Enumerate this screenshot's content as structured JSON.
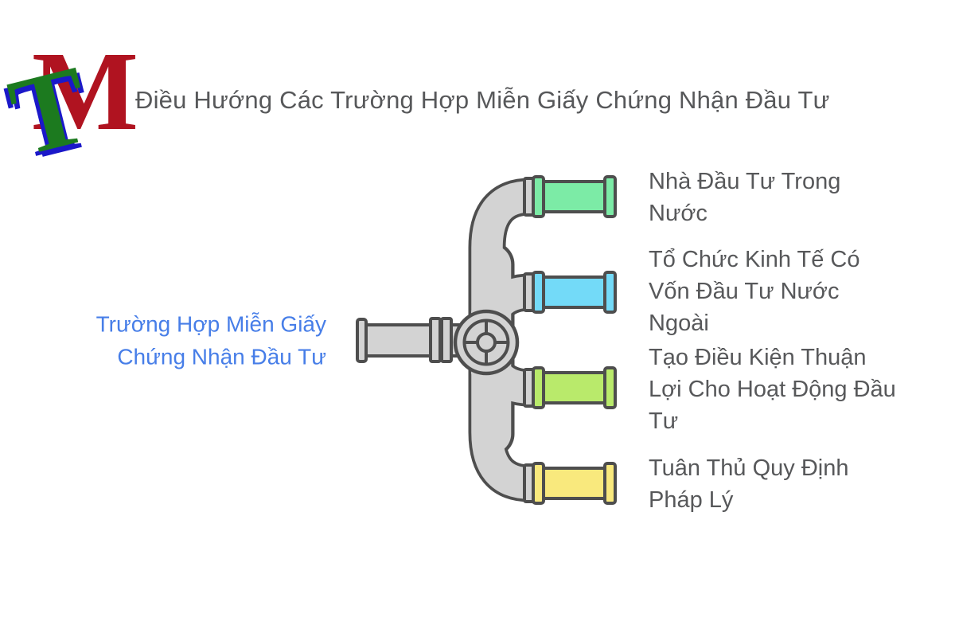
{
  "page": {
    "background": "#ffffff"
  },
  "logo": {
    "t": "T",
    "m": "M",
    "t_color": "#1c7a1f",
    "t_shadow_color": "#1b18c9",
    "m_color": "#b01320"
  },
  "header": {
    "title": "Điều Hướng Các Trường Hợp Miễn Giấy Chứng Nhận Đầu Tư",
    "color": "#57585a"
  },
  "source": {
    "label": "Trường Hợp Miễn Giấy\nChứng Nhận Đầu Tư",
    "color": "#477ee8"
  },
  "diagram": {
    "pipe_fill": "#d3d3d3",
    "pipe_outline": "#4e4e4e",
    "valve": "wheel-valve"
  },
  "branches": [
    {
      "label": "Nhà Đầu Tư Trong\nNước",
      "pipe_color": "#7ceba6"
    },
    {
      "label": "Tổ Chức Kinh Tế Có\nVốn Đầu Tư Nước\nNgoài",
      "pipe_color": "#73daf8"
    },
    {
      "label": "Tạo Điều Kiện Thuận\nLợi Cho Hoạt Động Đầu\nTư",
      "pipe_color": "#b9ea6b"
    },
    {
      "label": "Tuân Thủ Quy Định\nPháp Lý",
      "pipe_color": "#f9e97d"
    }
  ]
}
